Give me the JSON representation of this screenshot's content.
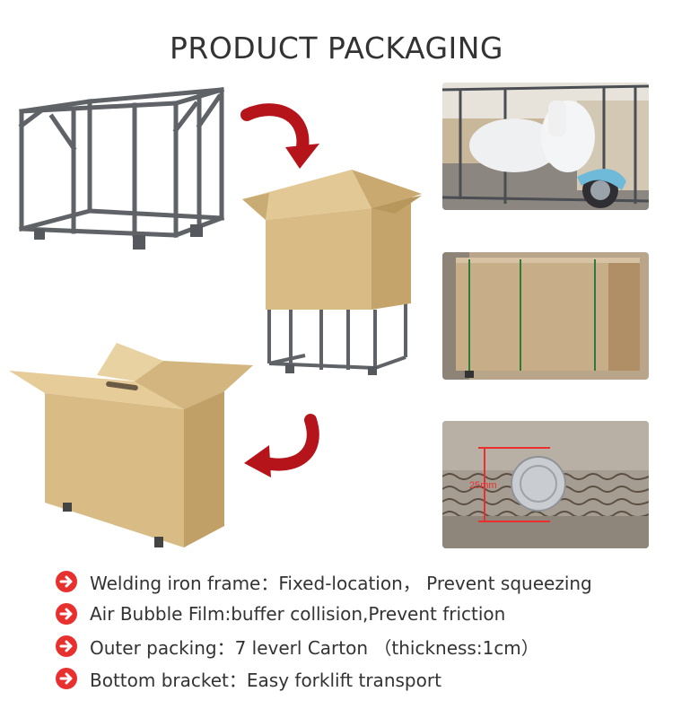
{
  "title": "PRODUCT PACKAGING",
  "colors": {
    "accent_red": "#e8312f",
    "arrow_red": "#b5141a",
    "cardboard": "#d9bc85",
    "frame_gray": "#5f6266",
    "text": "#333333"
  },
  "icons": {
    "bullet": "arrow-right-circle-icon",
    "flow": "curved-arrow-icon"
  },
  "features": [
    {
      "text": "Welding iron frame：Fixed-location， Prevent squeezing"
    },
    {
      "text": "Air Bubble Film:buffer collision,Prevent friction"
    },
    {
      "text": "Outer packing：7 leverl Carton （thickness:1cm）"
    },
    {
      "text": "Bottom bracket：Easy forklift transport"
    }
  ],
  "photos": {
    "thickness_label": "25mm"
  }
}
